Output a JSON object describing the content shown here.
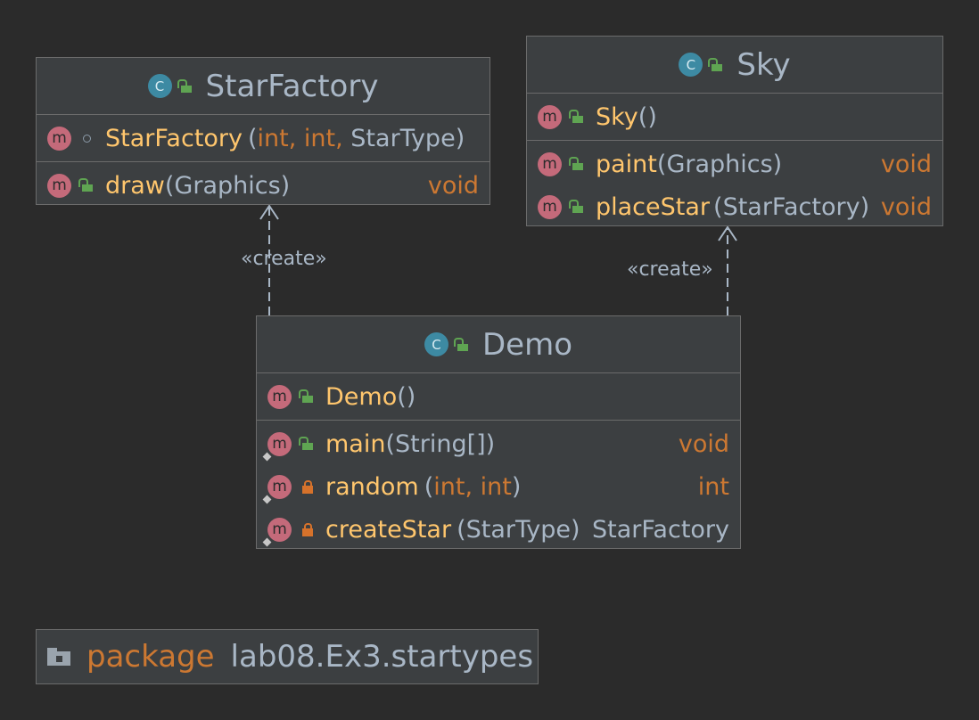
{
  "diagram": {
    "classes": {
      "starfactory": {
        "name": "StarFactory",
        "icon": "C",
        "constructor": {
          "name": "StarFactory",
          "params": [
            "int",
            "int",
            "StarType"
          ],
          "visibility": "package"
        },
        "methods": [
          {
            "name": "draw",
            "params": "Graphics",
            "return": "void",
            "visibility": "public"
          }
        ]
      },
      "sky": {
        "name": "Sky",
        "icon": "C",
        "constructor": {
          "name": "Sky",
          "paren": "()"
        },
        "methods": [
          {
            "name": "paint",
            "params": "Graphics",
            "return": "void"
          },
          {
            "name": "placeStar",
            "params": "StarFactory",
            "return": "void"
          }
        ]
      },
      "demo": {
        "name": "Demo",
        "icon": "C",
        "constructor": {
          "name": "Demo",
          "paren": "()"
        },
        "methods": [
          {
            "name": "main",
            "params": "String[]",
            "return": "void",
            "visibility": "public",
            "static": true
          },
          {
            "name": "random",
            "params": [
              "int",
              "int"
            ],
            "return": "int",
            "visibility": "private",
            "static": true
          },
          {
            "name": "createStar",
            "params": "StarType",
            "return": "StarFactory",
            "visibility": "private",
            "static": true
          }
        ]
      }
    },
    "method_icon": "m",
    "edges": [
      {
        "from": "Demo",
        "to": "StarFactory",
        "label": "«create»"
      },
      {
        "from": "Demo",
        "to": "Sky",
        "label": "«create»"
      }
    ],
    "package": {
      "keyword": "package",
      "name": "lab08.Ex3.startypes"
    },
    "colors": {
      "background": "#2b2b2b",
      "box": "#3c3f41",
      "method_name": "#ffc66d",
      "keyword": "#cc7832",
      "text": "#a9b7c6",
      "public": "#5fa452",
      "private": "#d6722b"
    }
  }
}
